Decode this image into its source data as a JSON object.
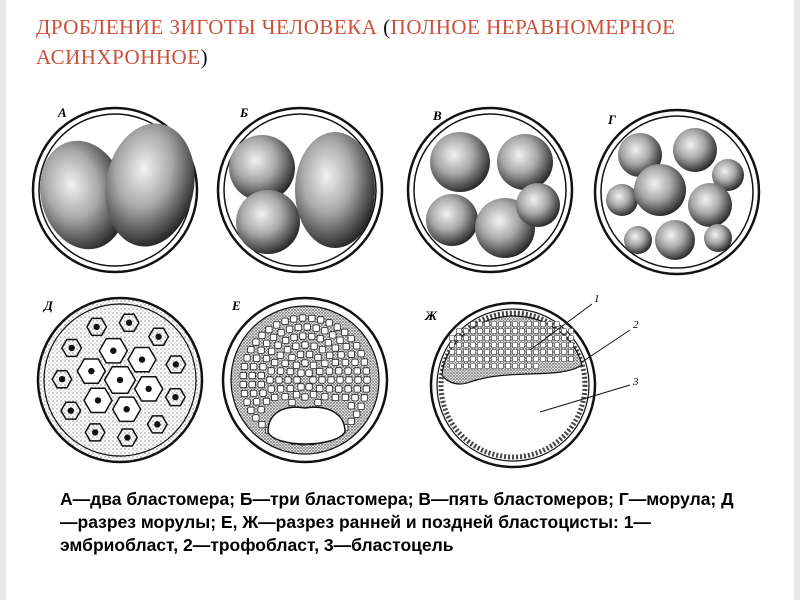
{
  "title": {
    "line1_a": "ДРОБЛЕНИЕ ЗИГОТЫ ЧЕЛОВЕКА",
    "line1_paren": "(",
    "line1_b": "ПОЛНОЕ НЕРАВНОМЕРНОЕ",
    "line2_a": "АСИНХРОННОЕ",
    "line2_paren": ")"
  },
  "figure": {
    "panels": [
      "А",
      "Б",
      "В",
      "Г",
      "Д",
      "Е",
      "Ж"
    ],
    "callouts": [
      "1",
      "2",
      "3"
    ]
  },
  "caption": "А—два бластомера; Б—три бластомера; В—пять бластомеров; Г—морула; Д—разрез морулы; Е, Ж—разрез ранней и поздней бластоцисты: 1—эмбриобласт, 2—трофобласт, 3—бластоцель"
}
